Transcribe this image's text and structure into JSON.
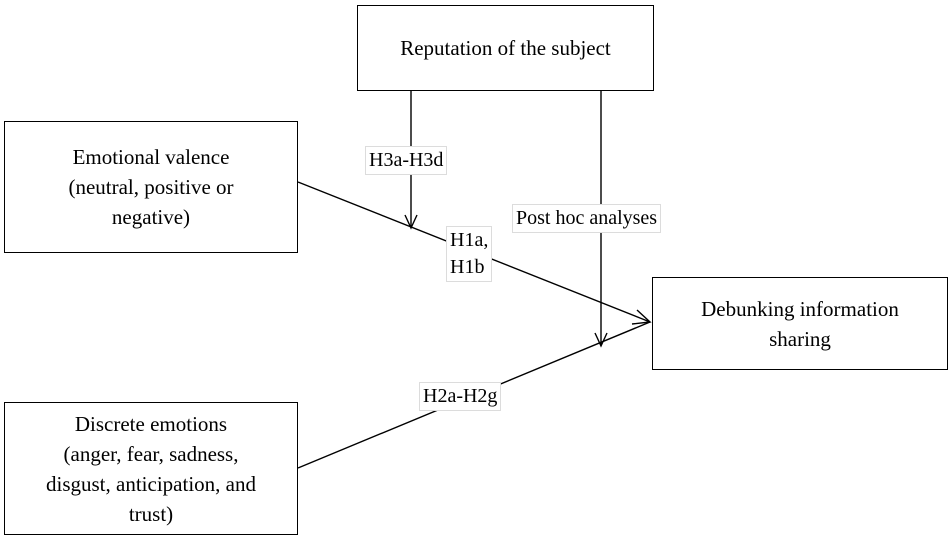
{
  "nodes": {
    "reputation": {
      "lines": [
        "Reputation of the subject"
      ]
    },
    "valence": {
      "lines": [
        "Emotional valence",
        "(neutral, positive or",
        "negative)"
      ]
    },
    "discrete": {
      "lines": [
        "Discrete emotions",
        "(anger, fear, sadness,",
        "disgust, anticipation, and",
        "trust)"
      ]
    },
    "outcome": {
      "lines": [
        "Debunking information",
        "sharing"
      ]
    }
  },
  "edge_labels": {
    "h3": [
      "H3a-H3d"
    ],
    "posthoc": [
      "Post hoc analyses"
    ],
    "h1": [
      "H1a,",
      "H1b"
    ],
    "h2": [
      "H2a-H2g"
    ]
  }
}
